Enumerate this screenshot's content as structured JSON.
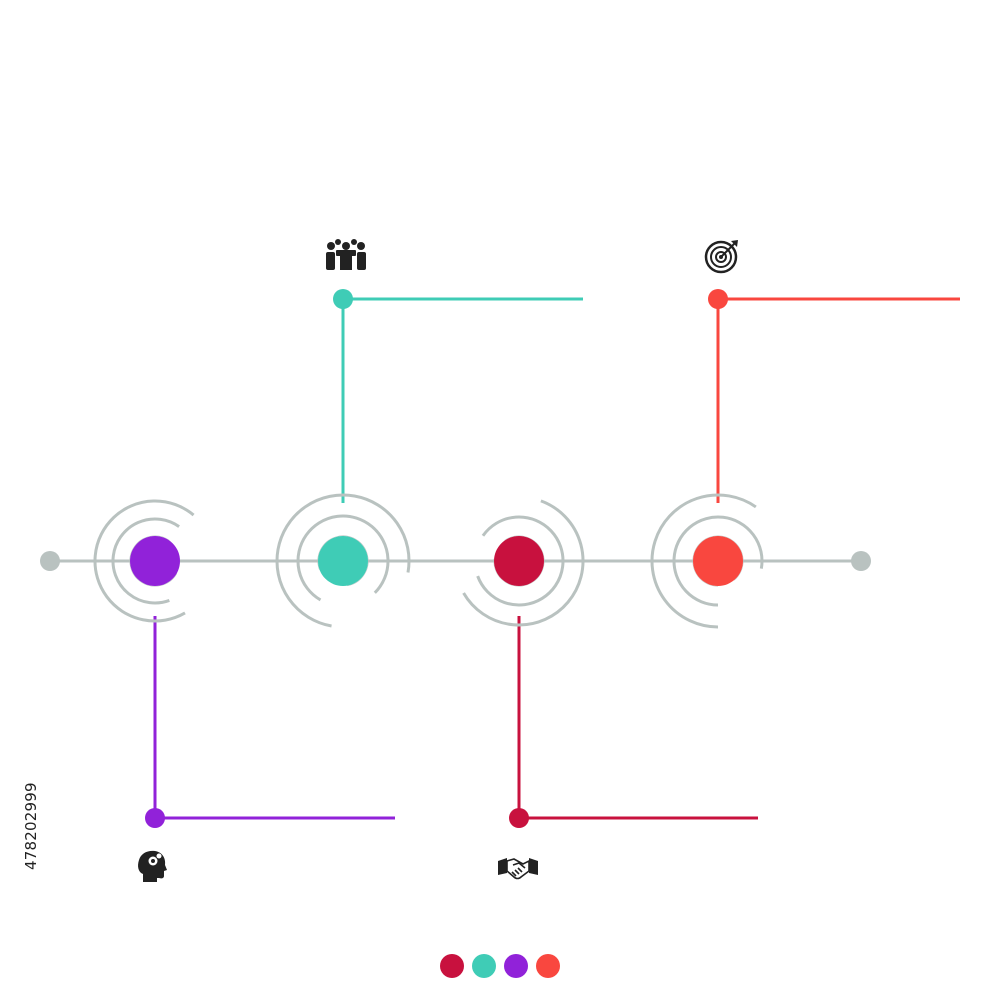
{
  "stock_id": "478202999",
  "colors": {
    "axis": "#b9c2c0",
    "purple": "#9122d9",
    "teal": "#3fccb6",
    "crimson": "#c8113e",
    "coral": "#f9473f",
    "icon": "#222222"
  },
  "steps": [
    {
      "name": "step-1",
      "color": "purple",
      "icon": "head-gears-icon",
      "branch": "down"
    },
    {
      "name": "step-2",
      "color": "teal",
      "icon": "meeting-icon",
      "branch": "up"
    },
    {
      "name": "step-3",
      "color": "crimson",
      "icon": "handshake-icon",
      "branch": "down"
    },
    {
      "name": "step-4",
      "color": "coral",
      "icon": "target-icon",
      "branch": "up"
    }
  ],
  "legend": [
    "crimson",
    "teal",
    "purple",
    "coral"
  ]
}
